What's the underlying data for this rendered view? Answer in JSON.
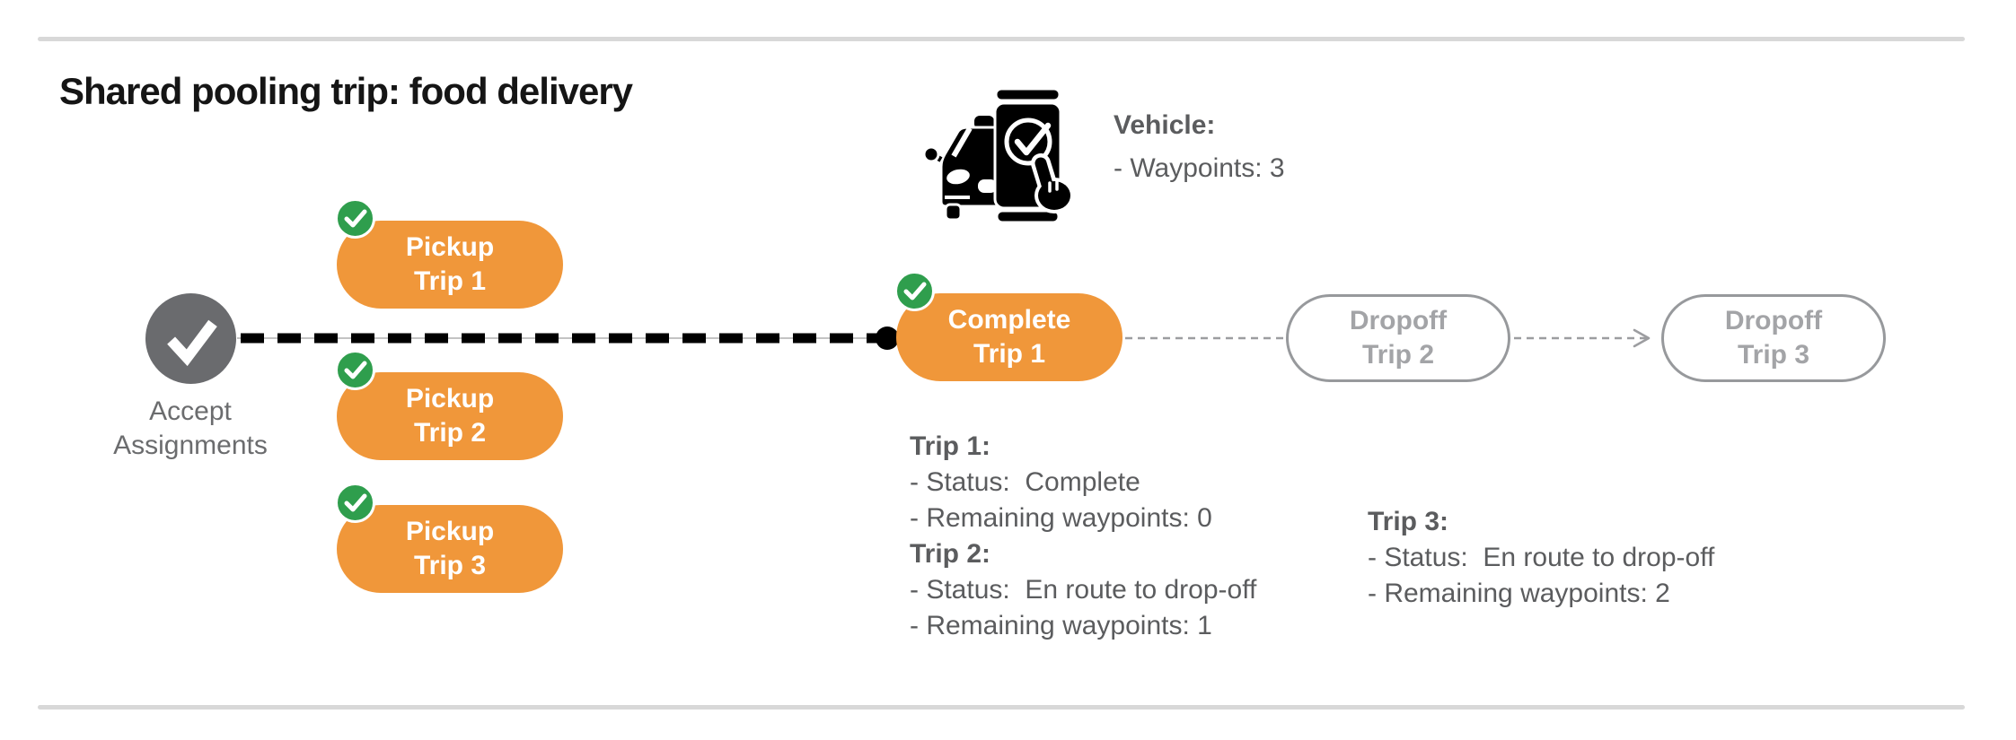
{
  "title": "Shared pooling trip: food delivery",
  "vehicle": {
    "icon": "car-phone-check-icon",
    "heading": "Vehicle:",
    "waypoints_line": "- Waypoints: 3"
  },
  "flow": {
    "start_label_line1": "Accept",
    "start_label_line2": "Assignments",
    "pickup_pills": [
      {
        "line1": "Pickup",
        "line2": "Trip 1"
      },
      {
        "line1": "Pickup",
        "line2": "Trip 2"
      },
      {
        "line1": "Pickup",
        "line2": "Trip 3"
      }
    ],
    "complete_pill": {
      "line1": "Complete",
      "line2": "Trip 1"
    },
    "dropoff_pills": [
      {
        "line1": "Dropoff",
        "line2": "Trip 2"
      },
      {
        "line1": "Dropoff",
        "line2": "Trip 3"
      }
    ]
  },
  "trip_details": {
    "left_block": [
      {
        "heading": "Trip 1:",
        "lines": [
          "- Status:  Complete",
          "- Remaining waypoints: 0"
        ]
      },
      {
        "heading": "Trip 2:",
        "lines": [
          "- Status:  En route to drop-off",
          "- Remaining waypoints: 1"
        ]
      }
    ],
    "right_block": [
      {
        "heading": "Trip 3:",
        "lines": [
          "- Status:  En route to drop-off",
          "- Remaining waypoints: 2"
        ]
      }
    ]
  },
  "colors": {
    "orange": "#f0973a",
    "green": "#2f9e4d",
    "node_gray": "#6a6b6e",
    "text_gray": "#5b5c5e",
    "muted_gray": "#a3a4a7",
    "divider_gray": "#d8d8d8",
    "connector_gray": "#9c9da0",
    "black": "#000000"
  }
}
